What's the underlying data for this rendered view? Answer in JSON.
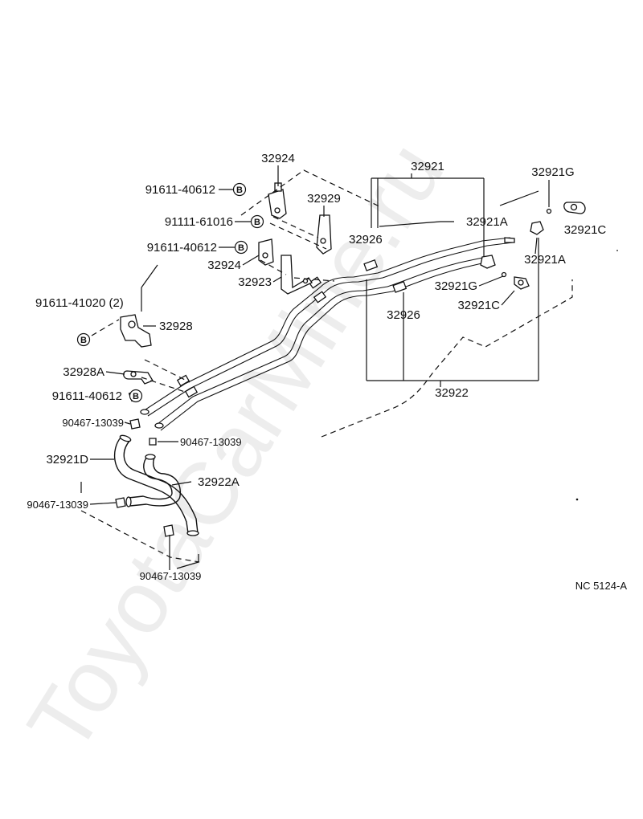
{
  "watermark": "ToyotaCarMine.ru",
  "diagram_code": "NC  5124-A",
  "callouts": [
    {
      "id": "c1",
      "text": "32924"
    },
    {
      "id": "c2",
      "text": "91611-40612"
    },
    {
      "id": "c3",
      "text": "32929"
    },
    {
      "id": "c4",
      "text": "91111-61016"
    },
    {
      "id": "c5",
      "text": "91611-40612"
    },
    {
      "id": "c6",
      "text": "32924"
    },
    {
      "id": "c7",
      "text": "32923"
    },
    {
      "id": "c8",
      "text": "91611-41020 (2)"
    },
    {
      "id": "c9",
      "text": "32928"
    },
    {
      "id": "c10",
      "text": "32928A"
    },
    {
      "id": "c11",
      "text": "91611-40612"
    },
    {
      "id": "c12",
      "text": "90467-13039"
    },
    {
      "id": "c13",
      "text": "90467-13039"
    },
    {
      "id": "c14",
      "text": "32921D"
    },
    {
      "id": "c15",
      "text": "32922A"
    },
    {
      "id": "c16",
      "text": "90467-13039"
    },
    {
      "id": "c17",
      "text": "90467-13039"
    },
    {
      "id": "c18",
      "text": "32921"
    },
    {
      "id": "c19",
      "text": "32921G"
    },
    {
      "id": "c20",
      "text": "32921A"
    },
    {
      "id": "c21",
      "text": "32921C"
    },
    {
      "id": "c22",
      "text": "32926"
    },
    {
      "id": "c23",
      "text": "32921A"
    },
    {
      "id": "c24",
      "text": "32921G"
    },
    {
      "id": "c25",
      "text": "32921C"
    },
    {
      "id": "c26",
      "text": "32926"
    },
    {
      "id": "c27",
      "text": "32922"
    }
  ],
  "bolt_markers": [
    {
      "id": "m1",
      "text": "B"
    },
    {
      "id": "m2",
      "text": "B"
    },
    {
      "id": "m3",
      "text": "B"
    },
    {
      "id": "m4",
      "text": "B"
    },
    {
      "id": "m5",
      "text": "B"
    }
  ]
}
